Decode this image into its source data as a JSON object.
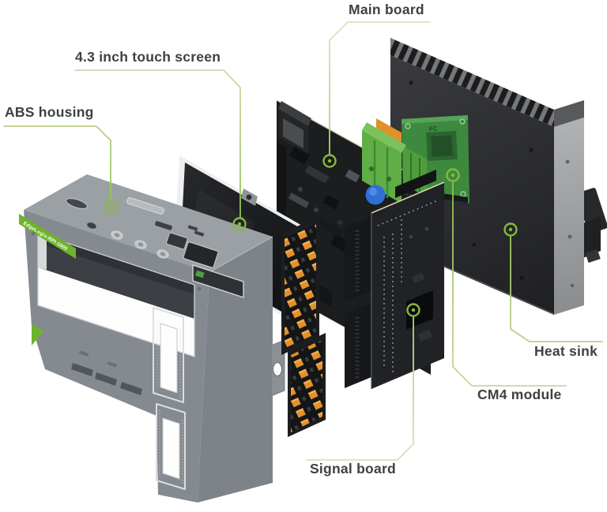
{
  "diagram": {
    "background": "#ffffff",
    "product_label": "EdgeLogix-RPI-1000",
    "cm4_marking": "FC",
    "labels": {
      "abs_housing": "ABS housing",
      "touch_screen": "4.3 inch touch screen",
      "main_board": "Main board",
      "heat_sink": "Heat sink",
      "cm4_module": "CM4 module",
      "signal_board": "Signal board"
    },
    "colors": {
      "accent_green": "#76b82a",
      "callout_line_olive": "#d9dcb8",
      "callout_line_green": "#8fbe4a",
      "callout_marker": "#85ba3c",
      "label_text": "#3f4041",
      "housing_gray": "#848a8f",
      "pcb_dark": "#1c1e20",
      "terminal_orange": "#e2912c",
      "terminal_block_green": "#5fae46",
      "heatsink_dark": "#2c2d2f",
      "capacitor_blue": "#2f6fd6"
    }
  }
}
